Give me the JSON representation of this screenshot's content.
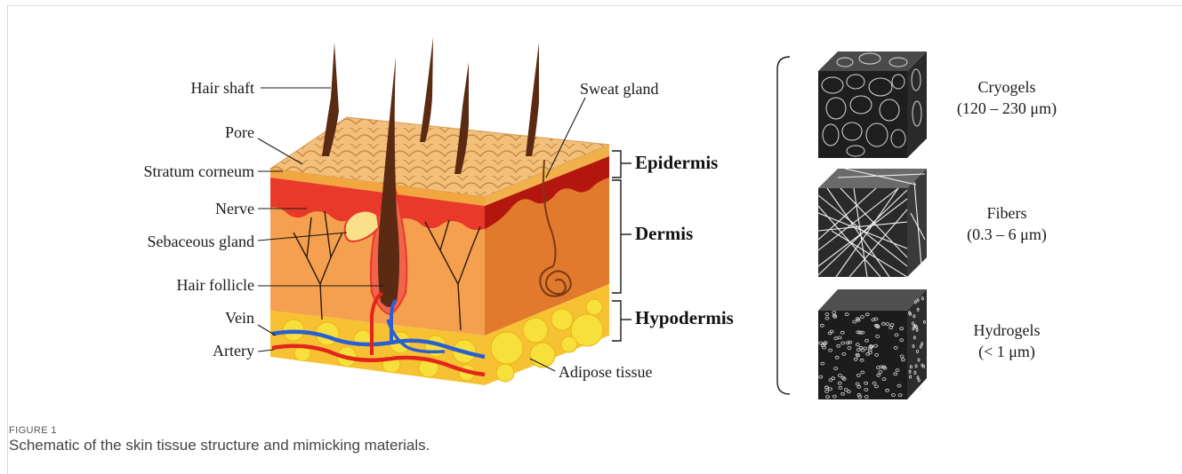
{
  "skin_labels": {
    "hair_shaft": "Hair shaft",
    "pore": "Pore",
    "stratum_corneum": "Stratum corneum",
    "nerve": "Nerve",
    "sebaceous_gland": "Sebaceous gland",
    "hair_follicle": "Hair follicle",
    "vein": "Vein",
    "artery": "Artery",
    "sweat_gland": "Sweat gland",
    "adipose_tissue": "Adipose tissue"
  },
  "layers": {
    "epidermis": "Epidermis",
    "dermis": "Dermis",
    "hypodermis": "Hypodermis"
  },
  "materials": [
    {
      "name": "Cryogels",
      "size": "(120 – 230 μm)"
    },
    {
      "name": "Fibers",
      "size": "(0.3 – 6 μm)"
    },
    {
      "name": "Hydrogels",
      "size": "(< 1 μm)"
    }
  ],
  "figure": {
    "label": "FIGURE 1",
    "caption": "Schematic of the skin tissue structure and mimicking materials."
  },
  "colors": {
    "epidermis_top": "#f4c27a",
    "dermis_front": "#f5a04e",
    "dermis_side": "#e27a2e",
    "red_layer": "#e8392b",
    "hypodermis": "#f6c233",
    "fat_cell": "#f7e03c",
    "hair": "#5a2a12",
    "vein": "#2b5fd1",
    "artery": "#e3241b"
  }
}
